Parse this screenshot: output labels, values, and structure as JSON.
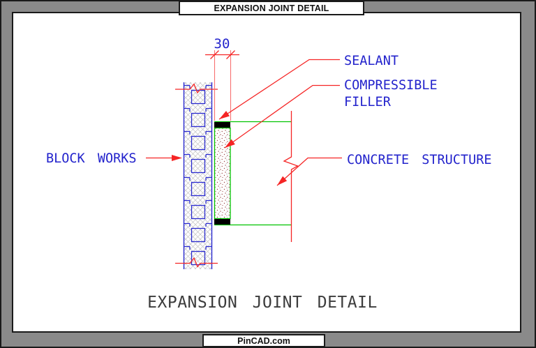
{
  "header": {
    "title": "EXPANSION JOINT DETAIL"
  },
  "footer": {
    "brand": "PinCAD.com"
  },
  "drawing": {
    "caption": "EXPANSION JOINT DETAIL",
    "dimension_mm": "30",
    "labels": {
      "block_works": "BLOCK WORKS",
      "sealant": "SEALANT",
      "compressible_filler": [
        "COMPRESSIBLE",
        "FILLER"
      ],
      "concrete_structure": "CONCRETE STRUCTURE"
    },
    "colors": {
      "label_blue": "#2323cc",
      "leader_red": "#f52525",
      "concrete_green": "#00c300",
      "sealant_black": "#000000",
      "frame_gray": "#8a8a8a",
      "caption_gray": "#3c3c3c",
      "hatch_gray": "#c4c4c4",
      "block_blue": "#2a2ad0",
      "filler_dot": "#9c4a4a"
    }
  }
}
